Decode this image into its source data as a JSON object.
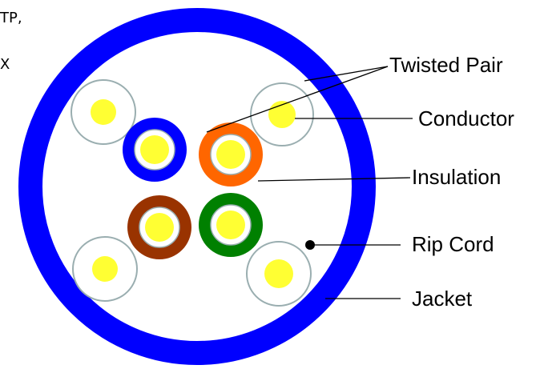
{
  "edge_text": [
    "TP,",
    "X"
  ],
  "labels": {
    "twisted_pair": "Twisted Pair",
    "conductor": "Conductor",
    "insulation": "Insulation",
    "rip_cord": "Rip Cord",
    "jacket": "Jacket"
  },
  "colors": {
    "jacket": "#0000ff",
    "conductor": "#ffff33",
    "unshielded_wire_ring": "#9aaeb0",
    "insulation_blue": "#0000ff",
    "insulation_orange": "#ff6600",
    "insulation_brown": "#993300",
    "insulation_green": "#008000",
    "rip_cord": "#000000",
    "leader_line": "#000000"
  }
}
